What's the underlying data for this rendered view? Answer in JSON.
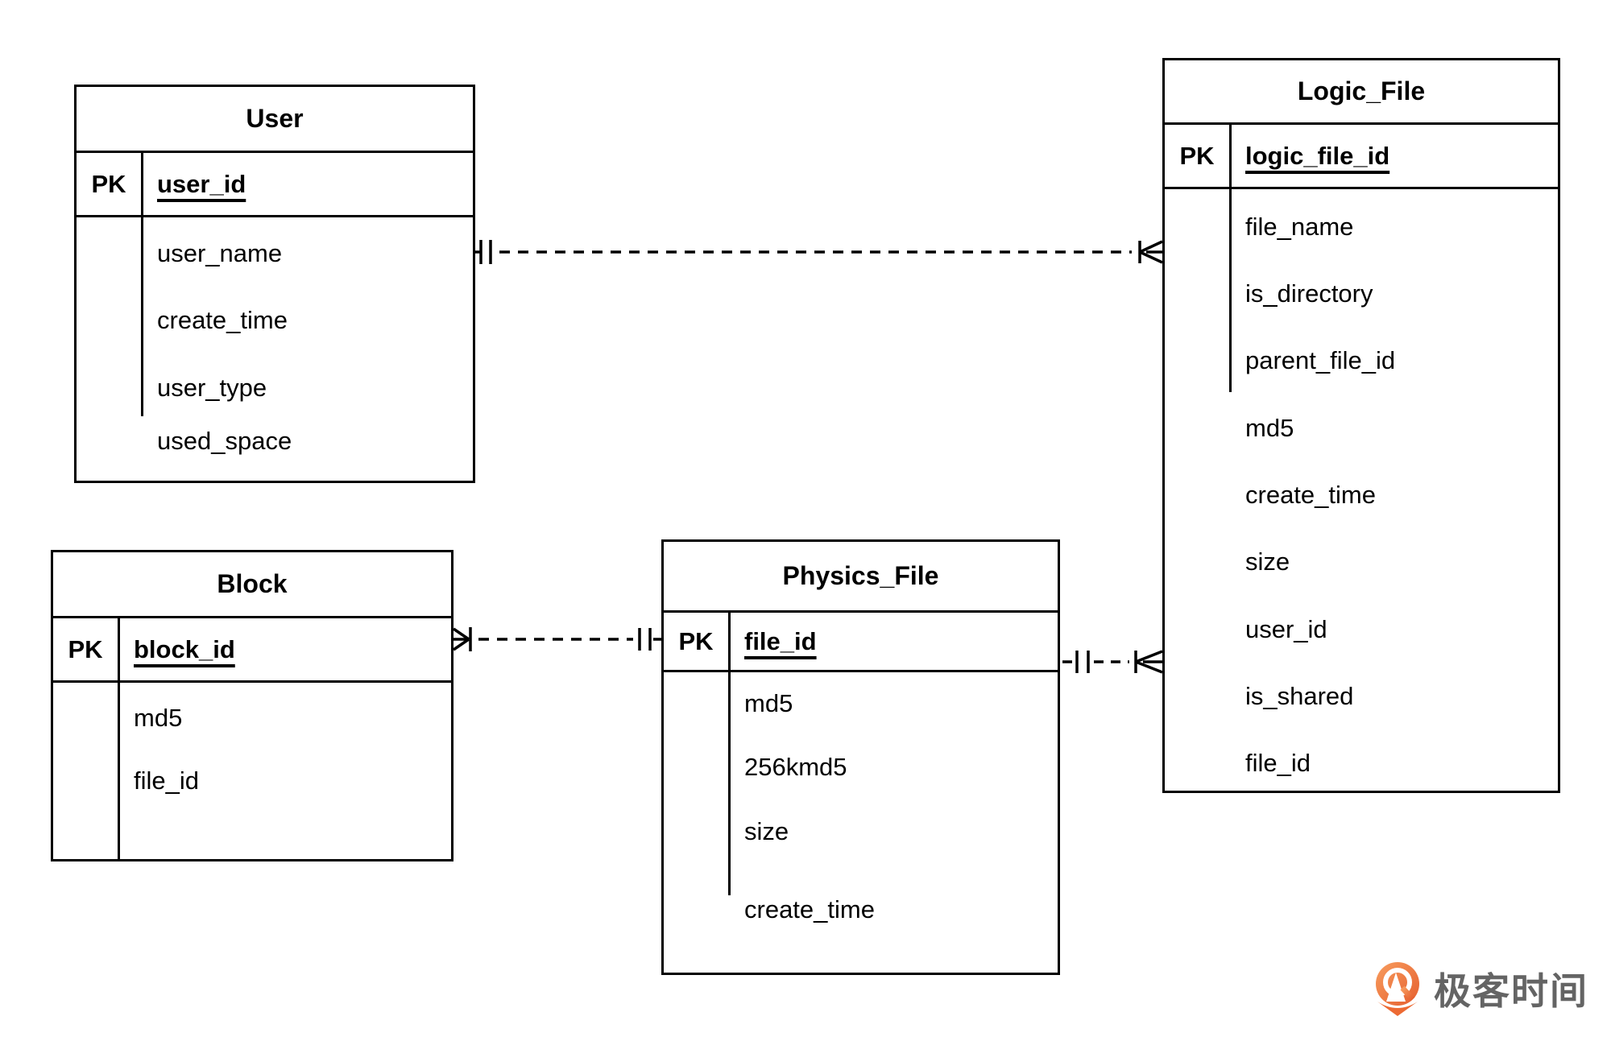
{
  "diagram": {
    "tables": [
      {
        "name": "User",
        "pk_label": "PK",
        "pk_field": "user_id",
        "fields": [
          "user_name",
          "create_time",
          "user_type",
          "used_space"
        ]
      },
      {
        "name": "Logic_File",
        "pk_label": "PK",
        "pk_field": "logic_file_id",
        "fields": [
          "file_name",
          "is_directory",
          "parent_file_id",
          "md5",
          "create_time",
          "size",
          "user_id",
          "is_shared",
          "file_id"
        ]
      },
      {
        "name": "Block",
        "pk_label": "PK",
        "pk_field": "block_id",
        "fields": [
          "md5",
          "file_id"
        ]
      },
      {
        "name": "Physics_File",
        "pk_label": "PK",
        "pk_field": "file_id",
        "fields": [
          "md5",
          "256kmd5",
          "size",
          "create_time"
        ]
      }
    ],
    "relationships": [
      {
        "from_table": "User",
        "from_end": "exactly-one",
        "to_table": "Logic_File",
        "to_end": "one-or-many",
        "line": "dashed"
      },
      {
        "from_table": "Physics_File",
        "from_end": "exactly-one",
        "to_table": "Block",
        "to_end": "one-or-many",
        "line": "dashed"
      },
      {
        "from_table": "Physics_File",
        "from_end": "exactly-one",
        "to_table": "Logic_File",
        "to_end": "one-or-many",
        "line": "dashed"
      }
    ]
  },
  "branding": {
    "logo_text": "极客时间",
    "logo_text_color": "#646464",
    "logo_icon_color": "#ed6a33"
  },
  "colors": {
    "background": "#ffffff",
    "table_border": "#000000",
    "text": "#000000"
  }
}
